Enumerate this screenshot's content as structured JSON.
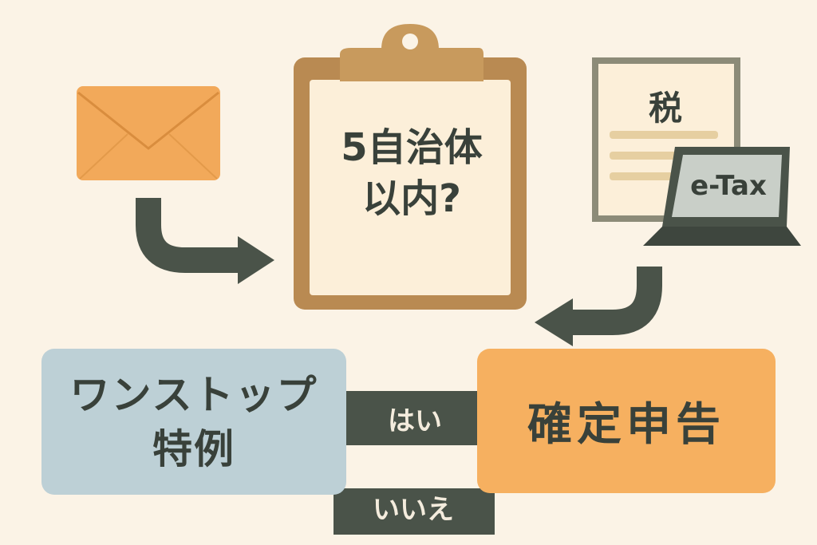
{
  "diagram": {
    "clipboard_text": "5自治体\n以内?",
    "document_text": "税",
    "laptop_text": "e-Tax",
    "onestop_text": "ワンストップ\n特例",
    "kakutei_text": "確定申告",
    "yes_label": "はい",
    "no_label": "いいえ"
  },
  "icons": [
    "envelope-icon",
    "clipboard-icon",
    "tax-document-icon",
    "laptop-icon"
  ],
  "colors": {
    "background": "#fbf3e6",
    "envelope": "#f2a95a",
    "clipboard_frame": "#b98a52",
    "clipboard_paper": "#fcefd9",
    "arrow": "#4a5349",
    "onestop_box": "#bdd0d6",
    "kakutei_box": "#f6b060",
    "tag_dark": "#4a5349",
    "text": "#39413a"
  }
}
